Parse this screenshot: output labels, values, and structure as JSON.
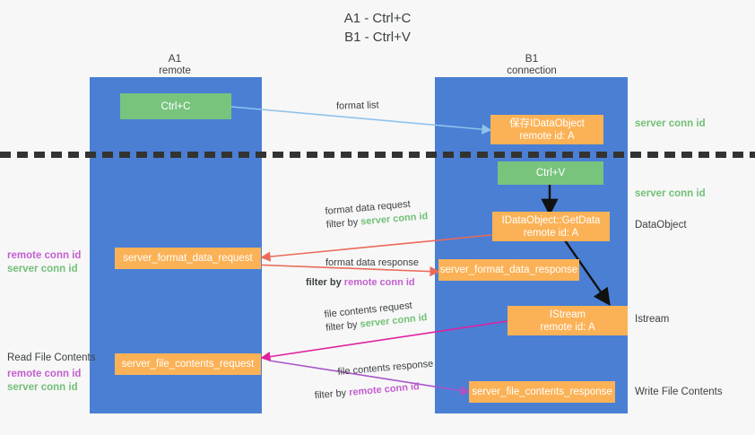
{
  "title": {
    "line1": "A1 - Ctrl+C",
    "line2": "B1 - Ctrl+V"
  },
  "columns": [
    {
      "name": "A1",
      "sub": "remote"
    },
    {
      "name": "B1",
      "sub": "connection"
    }
  ],
  "nodes": {
    "ctrl_c": "Ctrl+C",
    "save_idataobject_title": "保存IDataObject",
    "save_idataobject_sub": "remote id: A",
    "ctrl_v": "Ctrl+V",
    "getdata_title": "IDataObject::GetData",
    "getdata_sub": "remote id: A",
    "server_format_data_request": "server_format_data_request",
    "server_format_data_response": "server_format_data_response",
    "istream_title": "IStream",
    "istream_sub": "remote id: A",
    "server_file_contents_request": "server_file_contents_request",
    "server_file_contents_response": "server_file_contents_response"
  },
  "right_labels": {
    "server_conn_id_top": "server conn id",
    "server_conn_id_mid": "server conn id",
    "dataobject": "DataObject",
    "istream": "Istream",
    "write_file_contents": "Write File Contents"
  },
  "left_labels": {
    "remote_conn_id_1": "remote conn id",
    "server_conn_id_1": "server conn id",
    "read_file_contents": "Read File Contents",
    "remote_conn_id_2": "remote conn id",
    "server_conn_id_2": "server conn id"
  },
  "edges": {
    "format_list": "format list",
    "format_data_request": "format data request",
    "format_data_request_filter_prefix": "filter by ",
    "format_data_request_filter_value": "server conn id",
    "format_data_response": "format data response",
    "format_data_response_filter_prefix": "filter by ",
    "format_data_response_filter_value": "remote conn id",
    "file_contents_request": "file contents request",
    "file_contents_request_filter_prefix": "filter by ",
    "file_contents_request_filter_value": "server conn id",
    "file_contents_response": "file contents response",
    "file_contents_response_filter_prefix": "filter by ",
    "file_contents_response_filter_value": "remote conn id"
  },
  "colors": {
    "lane": "#4a7fd4",
    "green_node": "#79c47d",
    "orange_node": "#fbb256",
    "green_text": "#72c077",
    "purple_text": "#c35fd0",
    "blue_arrow": "#8fc2ec",
    "red_arrow": "#ea6a5a",
    "magenta_arrow": "#e0219e",
    "purple_arrow": "#a855c8",
    "black_arrow": "#111111",
    "background": "#f7f7f7"
  }
}
